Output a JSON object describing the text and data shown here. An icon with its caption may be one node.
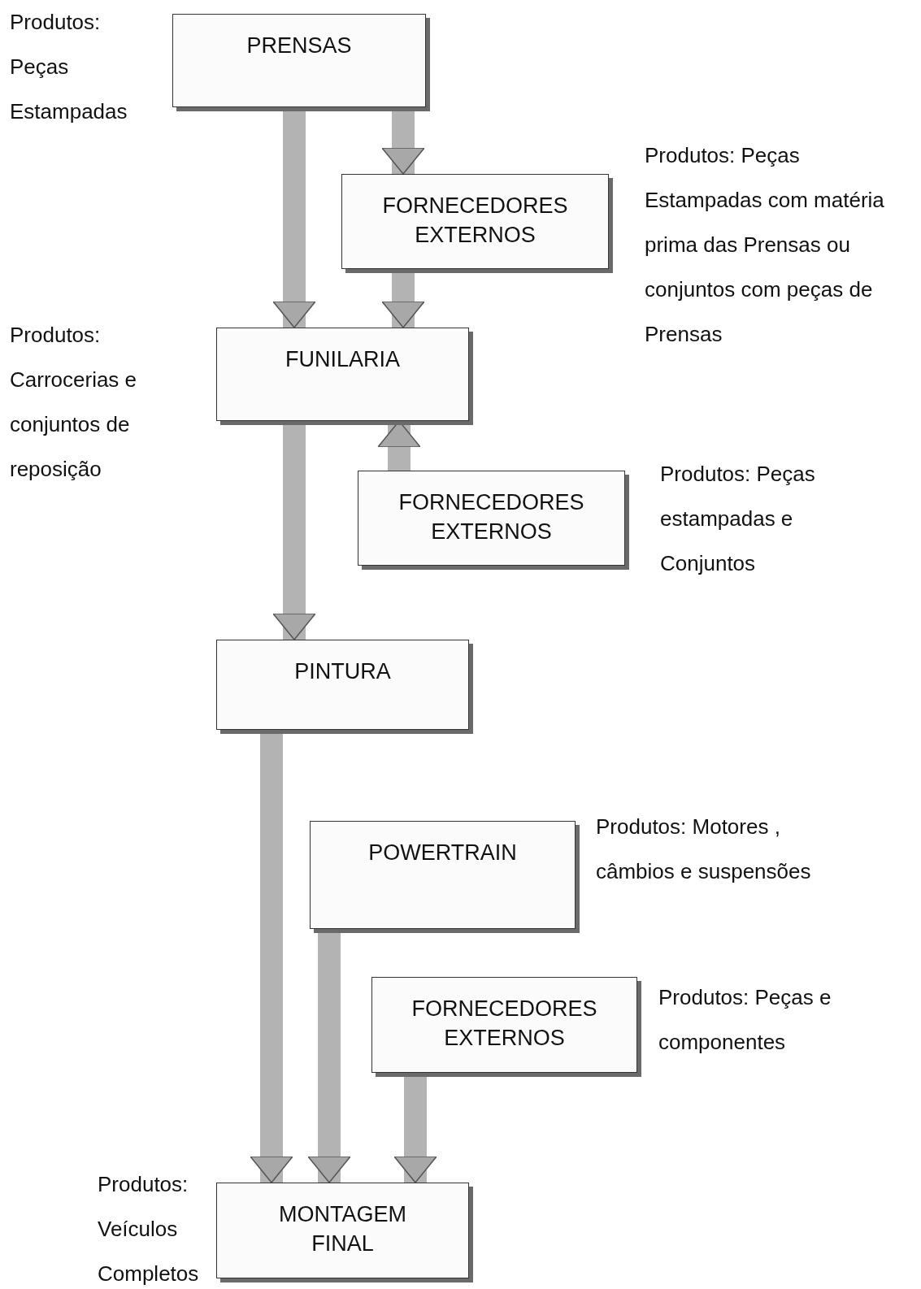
{
  "diagram": {
    "nodes": [
      {
        "text": [
          "PRENSAS"
        ],
        "beside": [
          "Produtos: Peças Estampadas"
        ]
      },
      {
        "text": [
          "FORNECEDORES EXTERNOS"
        ],
        "beside": [
          "Produtos: Peças Estampadas com matéria prima das Prensas ou conjuntos com peças de Prensas"
        ]
      },
      {
        "text": [
          "FUNILARIA"
        ],
        "beside": [
          "Produtos: Carrocerias e conjuntos de reposição"
        ]
      },
      {
        "text": [
          "FORNECEDORES EXTERNOS"
        ],
        "beside": [
          "Produtos: Peças estampadas e Conjuntos"
        ]
      },
      {
        "text": [
          "PINTURA"
        ]
      },
      {
        "text": [
          "POWERTRAIN"
        ],
        "beside": [
          "Produtos: Motores , câmbios e suspensões"
        ]
      },
      {
        "text": [
          "FORNECEDORES EXTERNOS"
        ],
        "beside": [
          "Produtos: Peças e componentes"
        ]
      },
      {
        "text": [
          "MONTAGEM FINAL"
        ],
        "beside": [
          "Produtos: Veículos Completos"
        ]
      }
    ],
    "edges": [
      {
        "from": 0,
        "to": 2,
        "arrow": "to"
      },
      {
        "from": 0,
        "to": 1,
        "arrow": "to"
      },
      {
        "from": 1,
        "to": 2,
        "arrow": "to"
      },
      {
        "from": 3,
        "to": 2,
        "arrow": "to"
      },
      {
        "from": 2,
        "to": 4,
        "arrow": "to"
      },
      {
        "from": 4,
        "to": 7,
        "arrow": "to"
      },
      {
        "from": 5,
        "to": 7,
        "arrow": "to"
      },
      {
        "from": 6,
        "to": 7,
        "arrow": "to"
      }
    ]
  }
}
